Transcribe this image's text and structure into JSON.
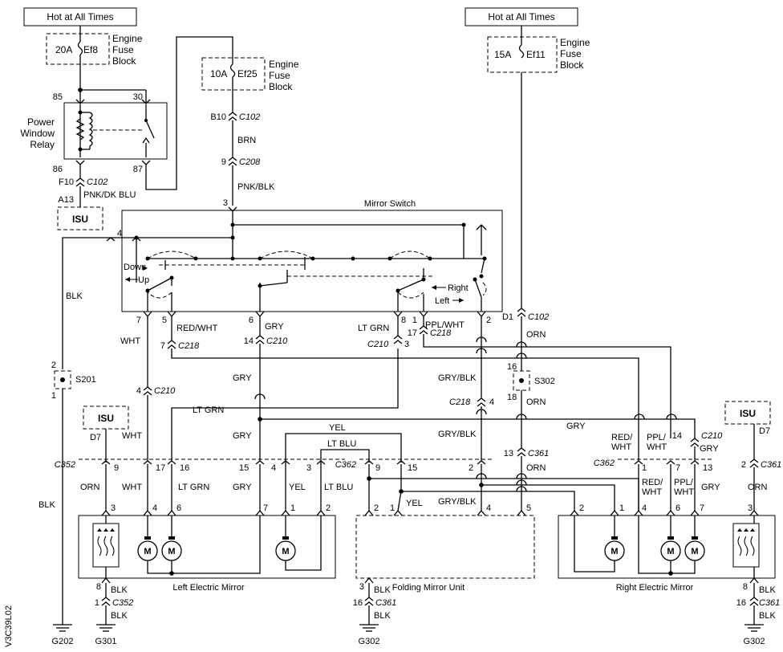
{
  "supplies": {
    "left": "Hot at All Times",
    "right": "Hot at All Times"
  },
  "fuses": {
    "ef8": {
      "rating": "20A",
      "id": "Ef8",
      "block": [
        "Engine",
        "Fuse",
        "Block"
      ]
    },
    "ef25": {
      "rating": "10A",
      "id": "Ef25",
      "block": [
        "Engine",
        "Fuse",
        "Block"
      ]
    },
    "ef11": {
      "rating": "15A",
      "id": "Ef11",
      "block": [
        "Engine",
        "Fuse",
        "Block"
      ]
    }
  },
  "relay": {
    "name": [
      "Power",
      "Window",
      "Relay"
    ],
    "pins": {
      "p85": "85",
      "p30": "30",
      "p86": "86",
      "p87": "87"
    }
  },
  "mirror_switch": {
    "title": "Mirror Switch",
    "labels": {
      "down": "Down",
      "up": "Up",
      "right": "Right",
      "left": "Left"
    },
    "pins": {
      "p3": "3",
      "p4": "4",
      "p7": "7",
      "p5": "5",
      "p6": "6",
      "p8": "8",
      "p1": "1",
      "p2": "2"
    }
  },
  "isu": "ISU",
  "components": {
    "left_mirror": "Left Electric Mirror",
    "folding": "Folding Mirror Unit",
    "right_mirror": "Right Electric Mirror",
    "motor": "M"
  },
  "splices": {
    "s201": "S201",
    "s302": "S302"
  },
  "grounds": {
    "g202": "G202",
    "g301": "G301",
    "g302a": "G302",
    "g302b": "G302"
  },
  "connectors": {
    "c102": "C102",
    "c208": "C208",
    "c218": "C218",
    "c210": "C210",
    "c352": "C352",
    "c362": "C362",
    "c361": "C361"
  },
  "pin_codes": {
    "b10": "B10",
    "f10": "F10",
    "a13": "A13",
    "d1": "D1",
    "d7": "D7"
  },
  "wires": {
    "brn": "BRN",
    "pnk_blk": "PNK/BLK",
    "pnk_dkblu": "PNK/DK BLU",
    "blk": "BLK",
    "wht": "WHT",
    "red_wht": "RED/WHT",
    "gry": "GRY",
    "lt_grn": "LT GRN",
    "ppl_wht": "PPL/WHT",
    "orn": "ORN",
    "gry_blk": "GRY/BLK",
    "yel": "YEL",
    "lt_blu": "LT BLU",
    "red_wht_split": [
      "RED/",
      "WHT"
    ],
    "ppl_wht_split": [
      "PPL/",
      "WHT"
    ]
  },
  "numbers": {
    "n1": "1",
    "n2": "2",
    "n3": "3",
    "n4": "4",
    "n5": "5",
    "n6": "6",
    "n7": "7",
    "n8": "8",
    "n9": "9",
    "n13": "13",
    "n14": "14",
    "n15": "15",
    "n16": "16",
    "n17": "17",
    "n18": "18"
  },
  "doc_code": "V3C39L02"
}
